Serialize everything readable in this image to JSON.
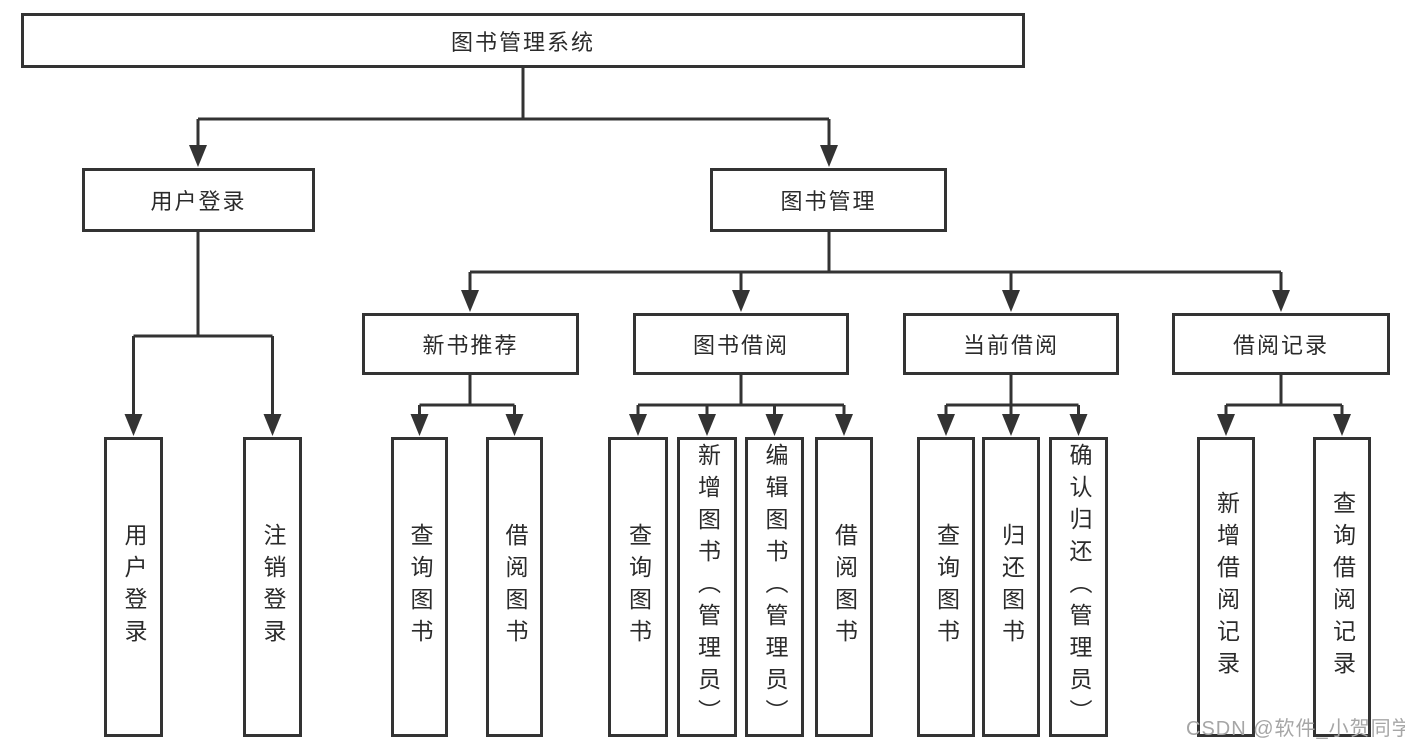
{
  "diagram": {
    "root": {
      "label": "图书管理系统"
    },
    "branches": [
      {
        "label": "用户登录",
        "children": [
          {
            "label": "用户登录"
          },
          {
            "label": "注销登录"
          }
        ]
      },
      {
        "label": "图书管理",
        "children": [
          {
            "label": "新书推荐",
            "children": [
              {
                "label": "查询图书"
              },
              {
                "label": "借阅图书"
              }
            ]
          },
          {
            "label": "图书借阅",
            "children": [
              {
                "label": "查询图书"
              },
              {
                "label": "新增图书（管理员）"
              },
              {
                "label": "编辑图书（管理员）"
              },
              {
                "label": "借阅图书"
              }
            ]
          },
          {
            "label": "当前借阅",
            "children": [
              {
                "label": "查询图书"
              },
              {
                "label": "归还图书"
              },
              {
                "label": "确认归还（管理员）"
              }
            ]
          },
          {
            "label": "借阅记录",
            "children": [
              {
                "label": "新增借阅记录"
              },
              {
                "label": "查询借阅记录"
              }
            ]
          }
        ]
      }
    ]
  },
  "watermark": {
    "text": "CSDN @软件_小贺同学"
  },
  "colors": {
    "line": "#333333",
    "text": "#2b2b2b",
    "watermark": "#a6a6a6",
    "background": "#ffffff"
  }
}
